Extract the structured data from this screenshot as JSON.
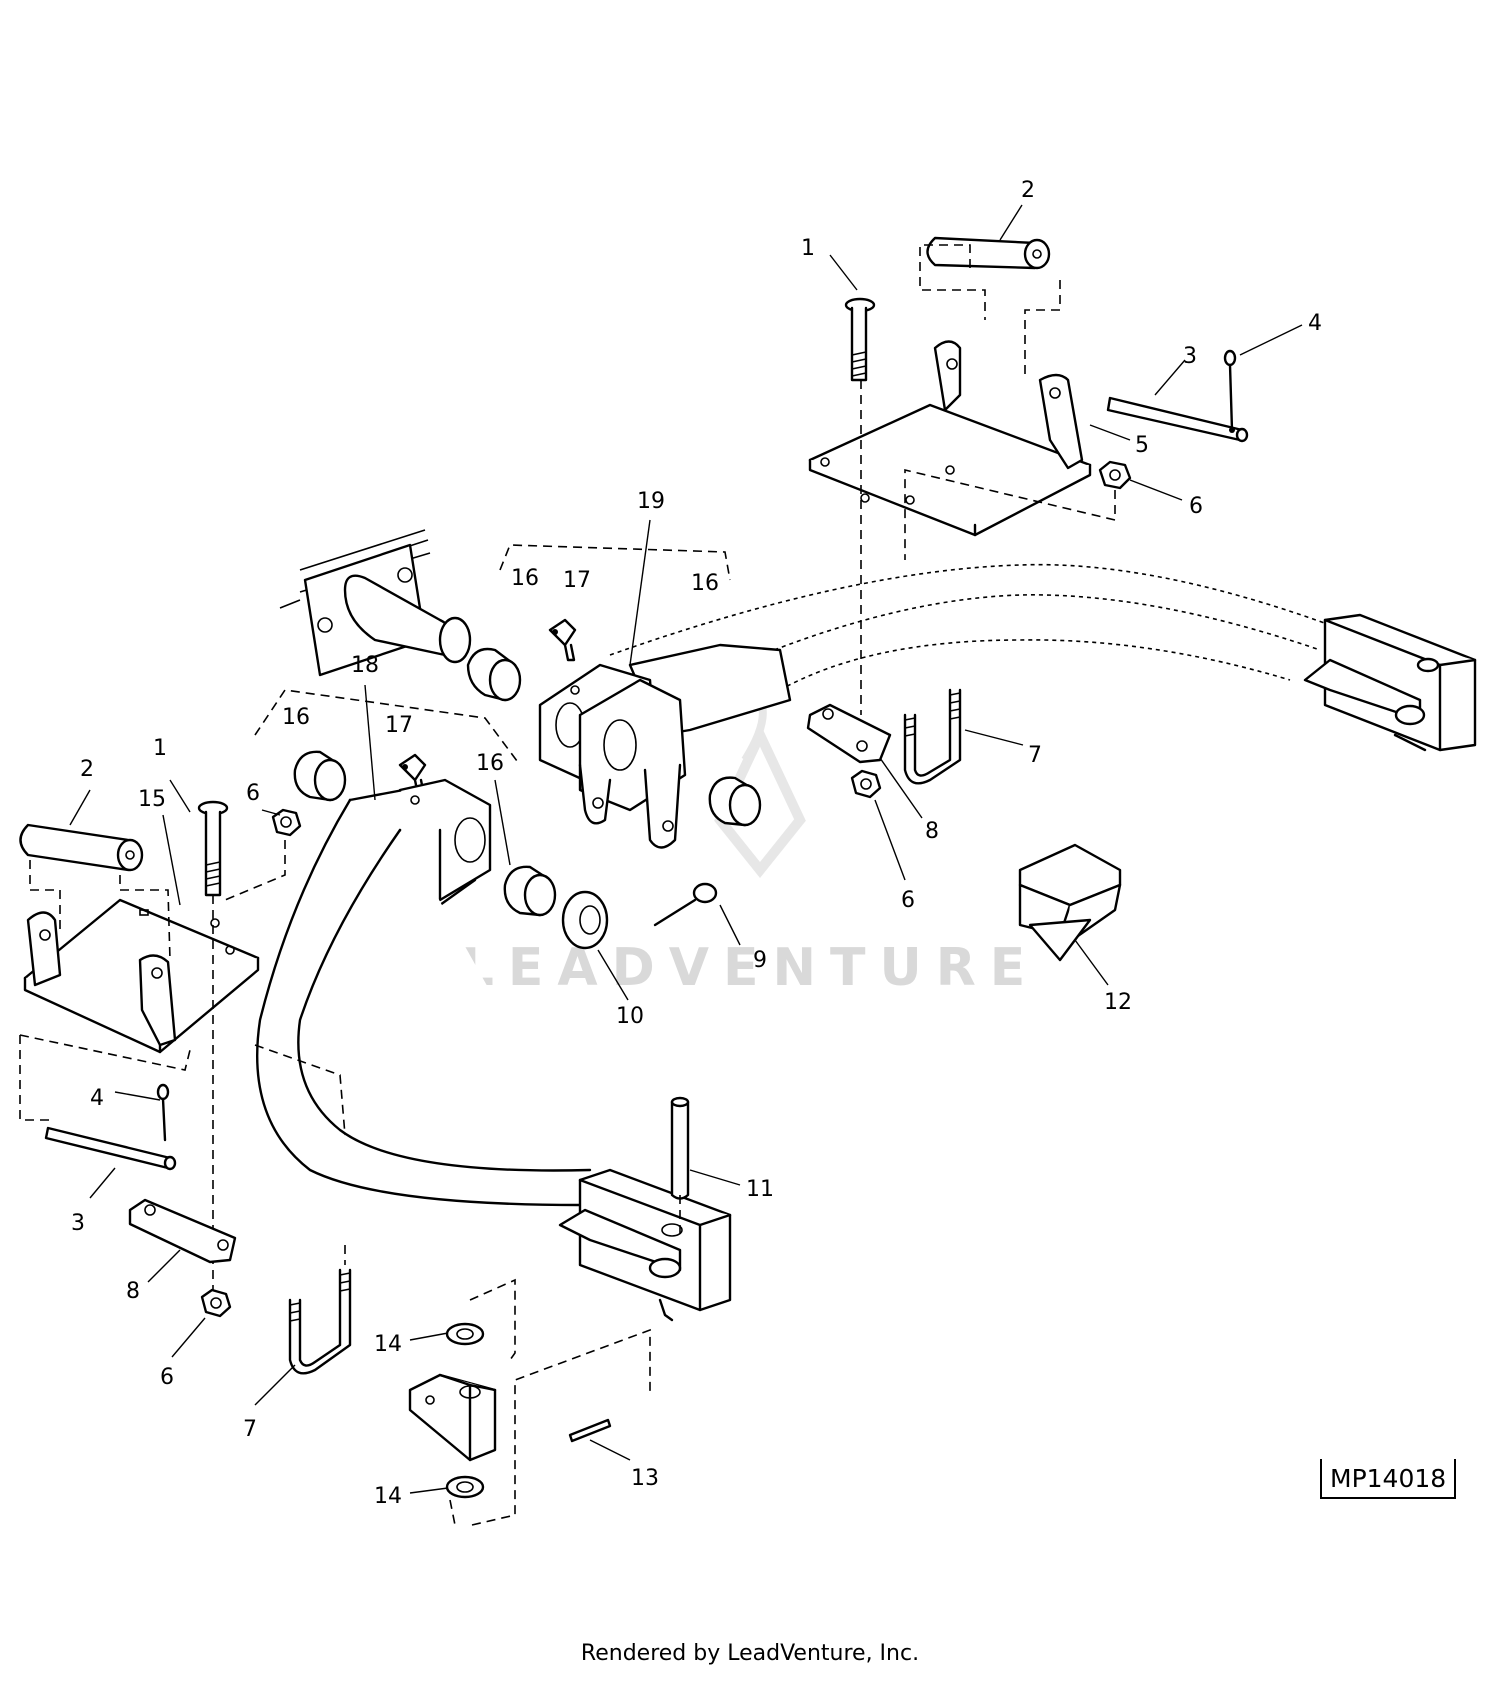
{
  "diagram": {
    "code": "MP14018",
    "watermark": "LEADVENTURE",
    "footer": "Rendered by LeadVenture, Inc.",
    "callouts": [
      {
        "id": "c1a",
        "text": "1"
      },
      {
        "id": "c1b",
        "text": "1"
      },
      {
        "id": "c2a",
        "text": "2"
      },
      {
        "id": "c2b",
        "text": "2"
      },
      {
        "id": "c3a",
        "text": "3"
      },
      {
        "id": "c3b",
        "text": "3"
      },
      {
        "id": "c4a",
        "text": "4"
      },
      {
        "id": "c4b",
        "text": "4"
      },
      {
        "id": "c5",
        "text": "5"
      },
      {
        "id": "c6a",
        "text": "6"
      },
      {
        "id": "c6b",
        "text": "6"
      },
      {
        "id": "c6c",
        "text": "6"
      },
      {
        "id": "c6d",
        "text": "6"
      },
      {
        "id": "c7a",
        "text": "7"
      },
      {
        "id": "c7b",
        "text": "7"
      },
      {
        "id": "c8a",
        "text": "8"
      },
      {
        "id": "c8b",
        "text": "8"
      },
      {
        "id": "c9",
        "text": "9"
      },
      {
        "id": "c10",
        "text": "10"
      },
      {
        "id": "c11",
        "text": "11"
      },
      {
        "id": "c12",
        "text": "12"
      },
      {
        "id": "c13",
        "text": "13"
      },
      {
        "id": "c14a",
        "text": "14"
      },
      {
        "id": "c14b",
        "text": "14"
      },
      {
        "id": "c15",
        "text": "15"
      },
      {
        "id": "c16a",
        "text": "16"
      },
      {
        "id": "c16b",
        "text": "16"
      },
      {
        "id": "c16c",
        "text": "16"
      },
      {
        "id": "c16d",
        "text": "16"
      },
      {
        "id": "c17a",
        "text": "17"
      },
      {
        "id": "c17b",
        "text": "17"
      },
      {
        "id": "c18",
        "text": "18"
      },
      {
        "id": "c19",
        "text": "19"
      }
    ]
  }
}
